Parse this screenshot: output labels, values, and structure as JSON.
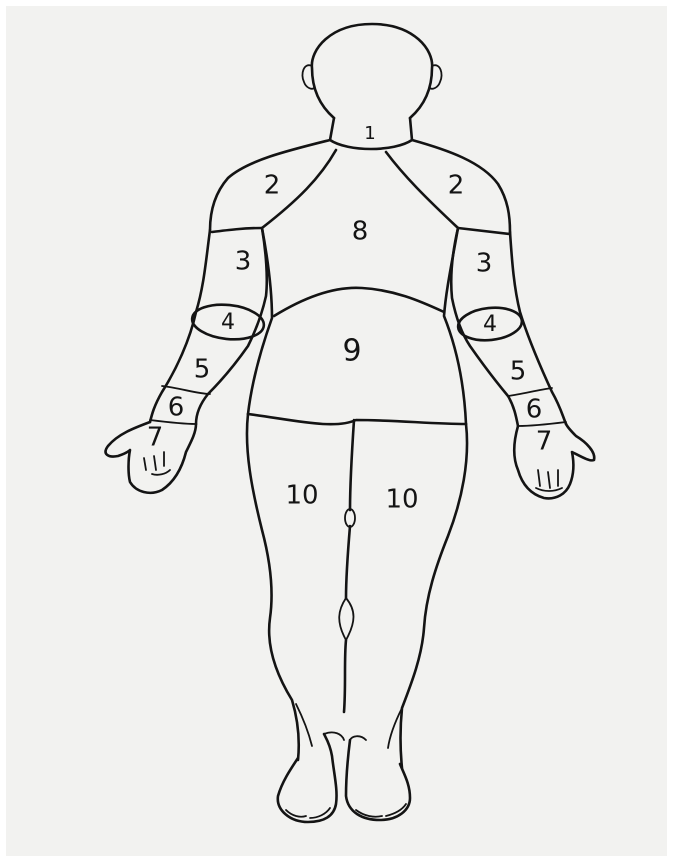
{
  "colors": {
    "paper": "#f2f2f0",
    "ink": "#141414",
    "frame": "#ffffff"
  },
  "regions": {
    "neck": "1",
    "shoulder_left": "2",
    "shoulder_right": "2",
    "upper_arm_left": "3",
    "upper_arm_right": "3",
    "elbow_left": "4",
    "elbow_right": "4",
    "forearm_left": "5",
    "forearm_right": "5",
    "wrist_left": "6",
    "wrist_right": "6",
    "hand_left": "7",
    "hand_right": "7",
    "upper_back": "8",
    "lower_back": "9",
    "leg_left": "10",
    "leg_right": "10"
  }
}
